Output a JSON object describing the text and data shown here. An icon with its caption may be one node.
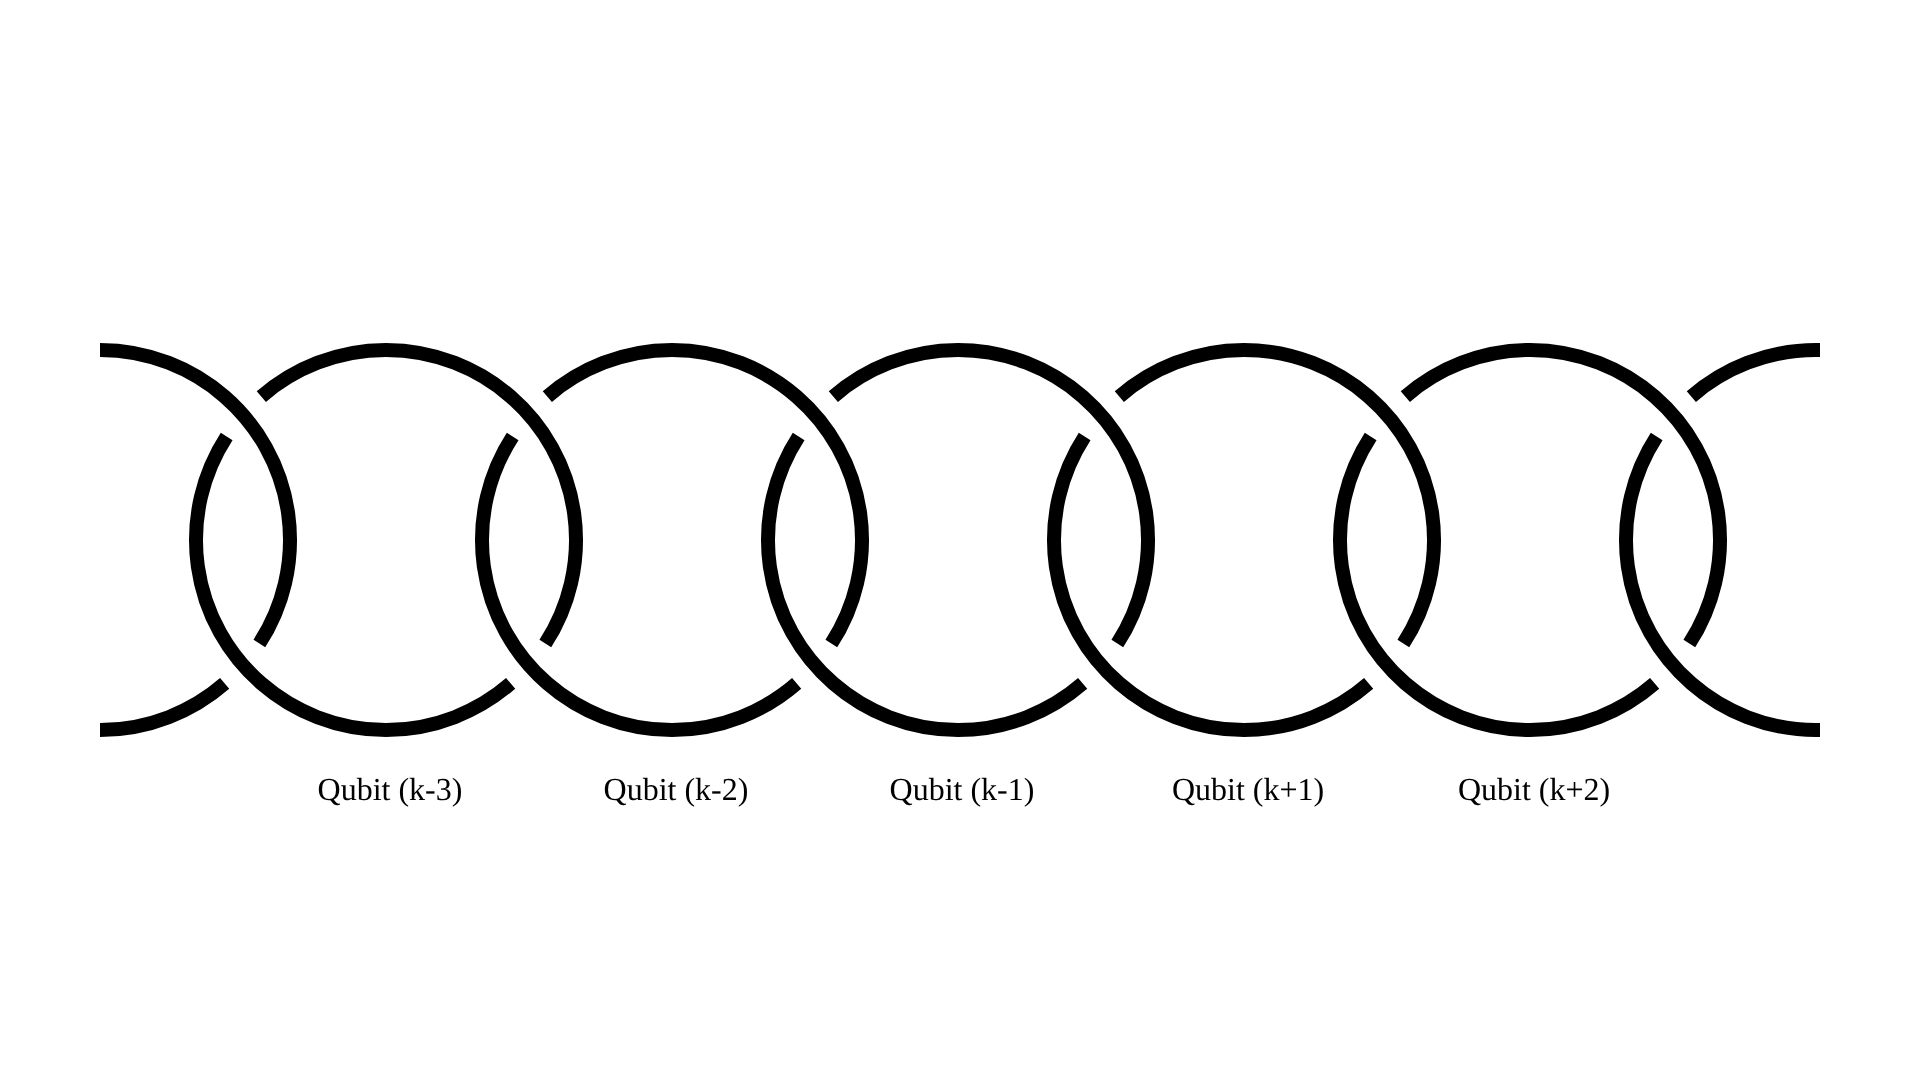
{
  "diagram": {
    "nodes": [
      {
        "text": [],
        "shape": "circle"
      },
      {
        "text": [],
        "shape": "circle",
        "beside": [
          "Qubit (k-3)"
        ]
      },
      {
        "text": [],
        "shape": "circle",
        "beside": [
          "Qubit (k-2)"
        ]
      },
      {
        "text": [],
        "shape": "circle",
        "beside": [
          "Qubit (k-1)"
        ]
      },
      {
        "text": [],
        "shape": "circle",
        "beside": [
          "Qubit (k+1)"
        ]
      },
      {
        "text": [],
        "shape": "circle",
        "beside": [
          "Qubit (k+2)"
        ]
      },
      {
        "text": [],
        "shape": "circle"
      }
    ]
  }
}
